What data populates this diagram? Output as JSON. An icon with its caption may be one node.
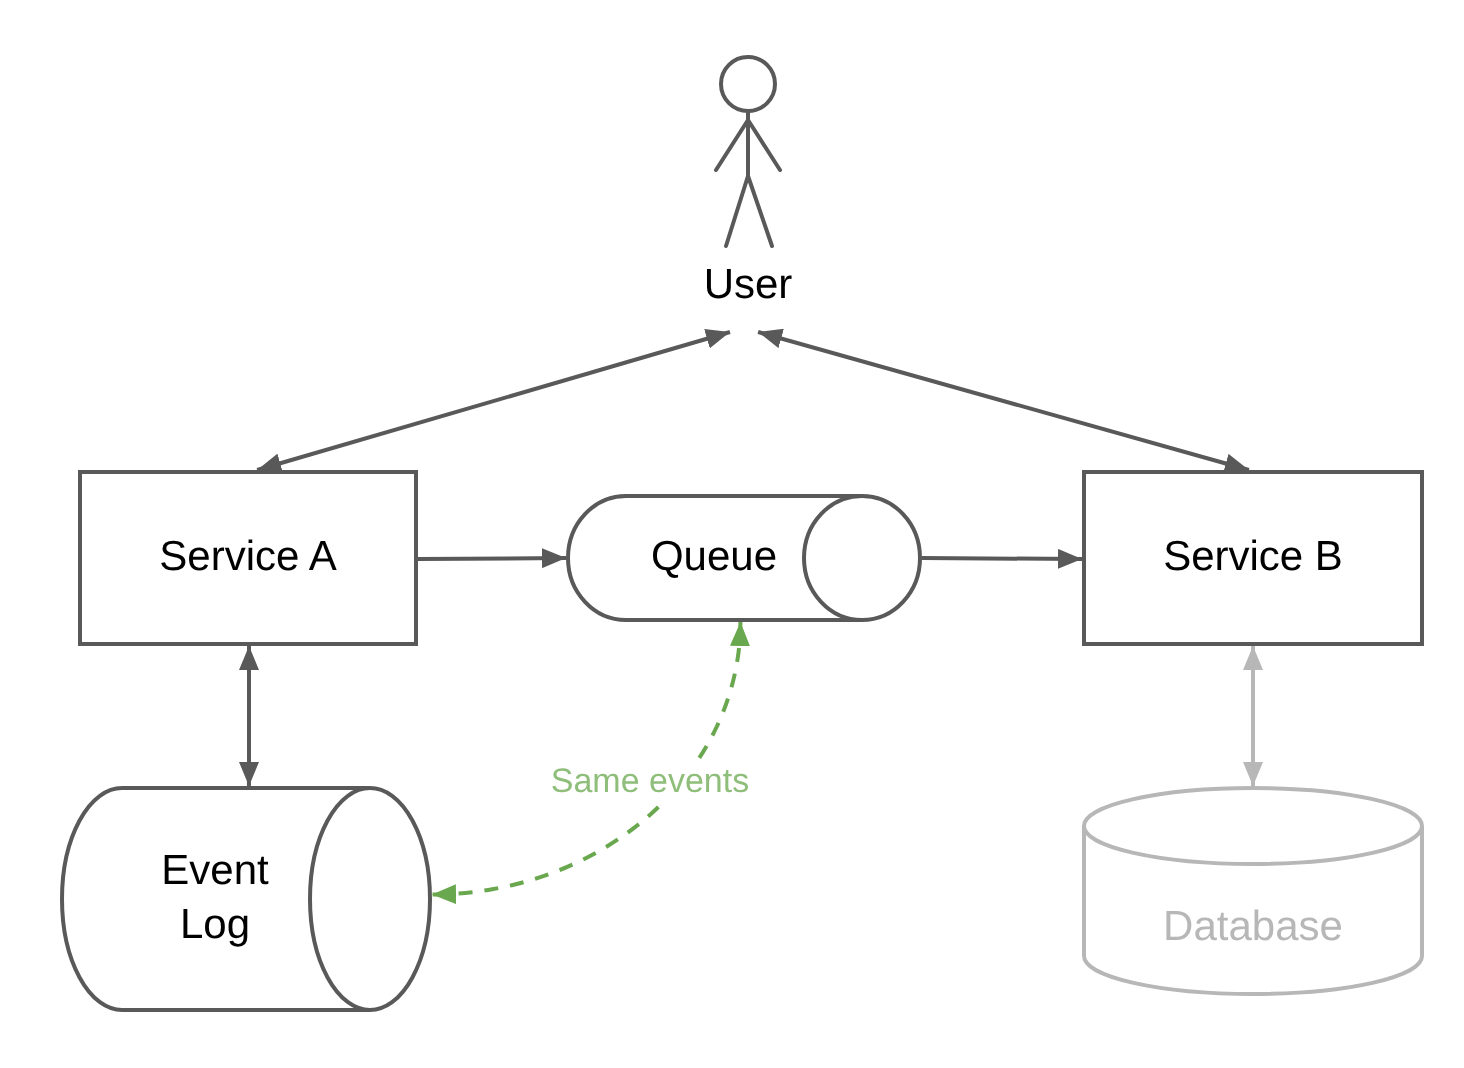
{
  "diagram": {
    "nodes": [
      {
        "text": [
          "User"
        ]
      },
      {
        "text": [
          "Service A"
        ]
      },
      {
        "text": [
          "Queue"
        ]
      },
      {
        "text": [
          "Service B"
        ]
      },
      {
        "text": [
          "Event Log"
        ]
      },
      {
        "text": [
          "Database"
        ]
      }
    ],
    "edges": [
      {
        "from": 0,
        "to": 1,
        "arrow": "both"
      },
      {
        "from": 0,
        "to": 3,
        "arrow": "both"
      },
      {
        "from": 1,
        "to": 2,
        "arrow": "to"
      },
      {
        "from": 2,
        "to": 3,
        "arrow": "to"
      },
      {
        "from": 1,
        "to": 4,
        "arrow": "both"
      },
      {
        "from": 2,
        "to": 4,
        "arrow": "both",
        "label": "Same events",
        "style": "dashed",
        "color": "#6aa84f"
      },
      {
        "from": 3,
        "to": 5,
        "arrow": "both",
        "color": "#b7b7b7"
      }
    ]
  }
}
